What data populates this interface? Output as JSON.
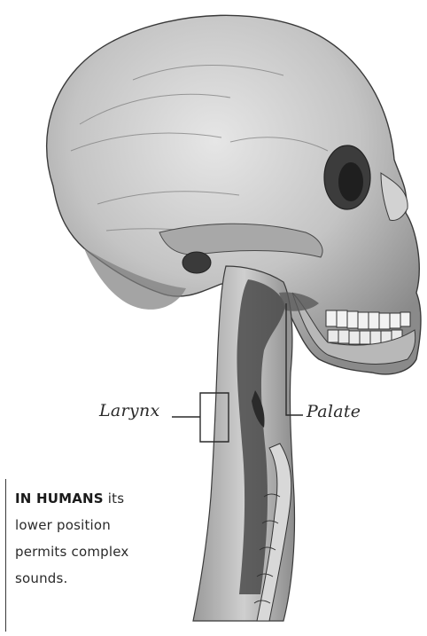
{
  "labels": {
    "larynx": "Larynx",
    "palate": "Palate"
  },
  "caption": {
    "lead": "IN HUMANS",
    "line1_rest": " its",
    "line2": "lower position",
    "line3": "permits complex",
    "line4": "sounds."
  },
  "colors": {
    "ink": "#2a2a2a",
    "bone": "#c9c9c9",
    "shadow": "#6e6e6e",
    "airway": "#4a4a4a"
  }
}
